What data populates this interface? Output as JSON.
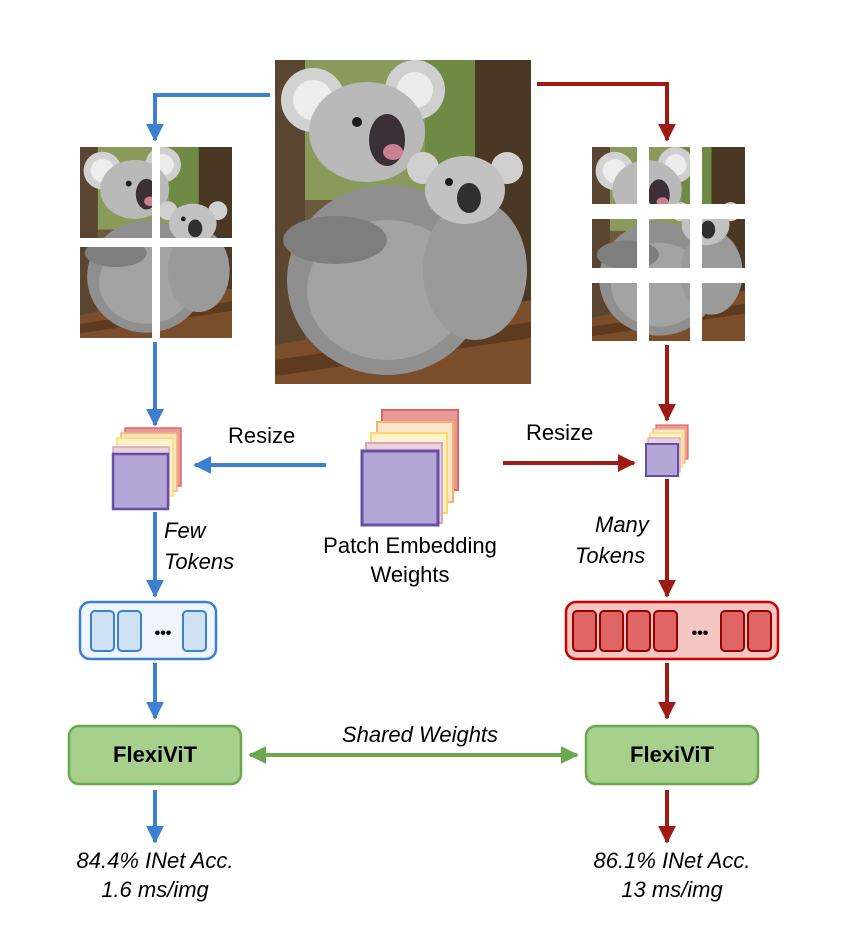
{
  "labels": {
    "resize_left": "Resize",
    "resize_right": "Resize",
    "patch_embedding_line1": "Patch Embedding",
    "patch_embedding_line2": "Weights",
    "few_tokens_line1": "Few",
    "few_tokens_line2": "Tokens",
    "many_tokens_line1": "Many",
    "many_tokens_line2": "Tokens",
    "token_ellipsis_left": "•••",
    "token_ellipsis_right": "•••",
    "shared_weights": "Shared Weights",
    "model_left": "FlexiViT",
    "model_right": "FlexiViT",
    "result_left_line1": "84.4% INet Acc.",
    "result_left_line2": "1.6 ms/img",
    "result_right_line1": "86.1% INet Acc.",
    "result_right_line2": "13 ms/img"
  },
  "colors": {
    "blue": "#3d7fd1",
    "red": "#9e1b14",
    "green_arrow": "#6aa84f",
    "green_fill": "#a8d08d",
    "green_stroke": "#6aa84f",
    "purple_fill": "#b4a7d6",
    "purple_stroke": "#674ea7",
    "blue_token_fill": "#cfe2f3",
    "blue_box_fill": "#eef5fc",
    "red_token_fill": "#e06666",
    "red_box_fill": "#f4c7c3"
  }
}
